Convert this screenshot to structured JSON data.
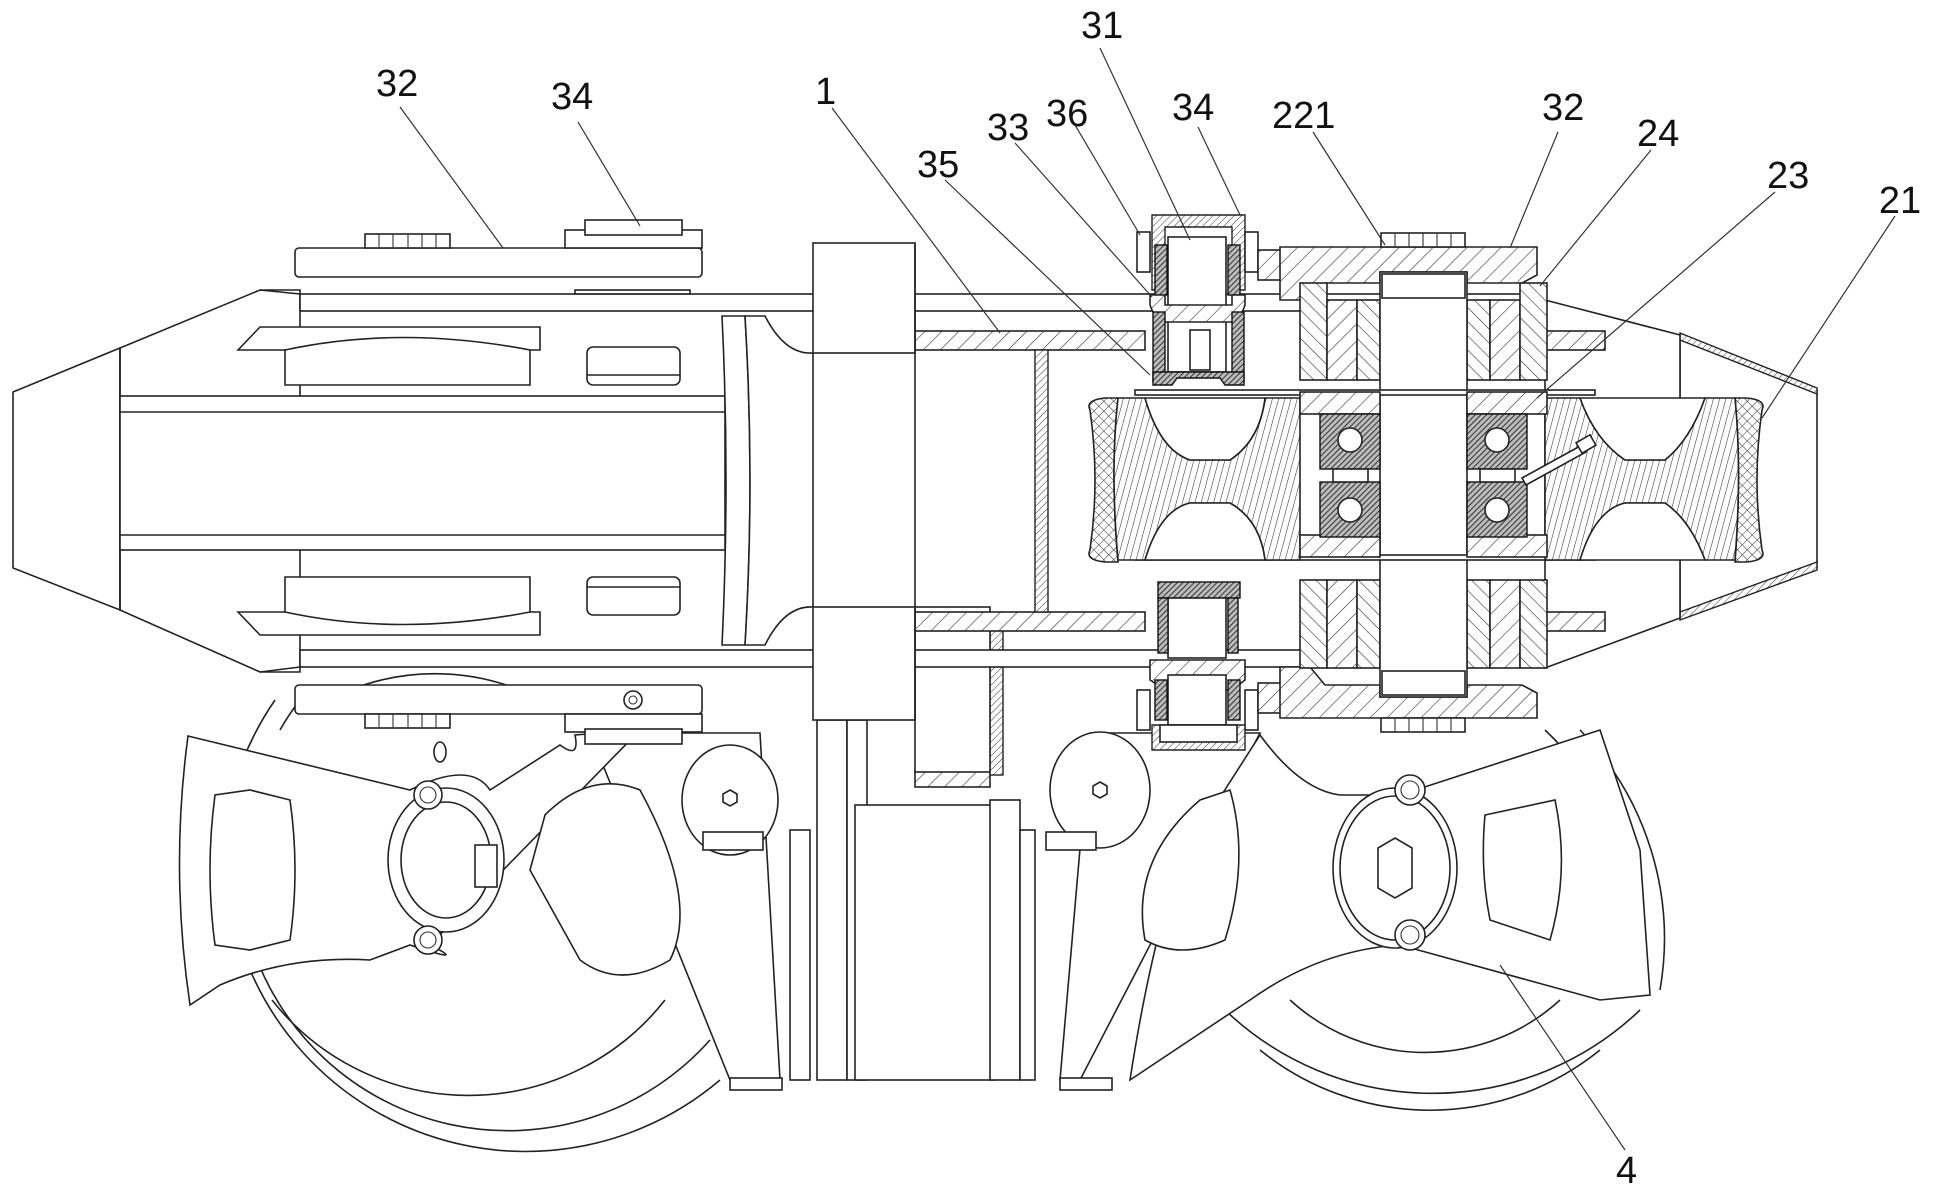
{
  "figure": {
    "type": "patent mechanical cross-section drawing",
    "background": "#ffffff",
    "line_color": "#222222"
  },
  "labels": [
    {
      "id": "label-32-left",
      "text": "32",
      "target": "top plate (left)"
    },
    {
      "id": "label-34-left",
      "text": "34",
      "target": "mount block (left)"
    },
    {
      "id": "label-1",
      "text": "1",
      "target": "frame rail"
    },
    {
      "id": "label-35",
      "text": "35",
      "target": "pin sleeve"
    },
    {
      "id": "label-33",
      "text": "33",
      "target": "bushing"
    },
    {
      "id": "label-36",
      "text": "36",
      "target": "fastener"
    },
    {
      "id": "label-31",
      "text": "31",
      "target": "pivot pin"
    },
    {
      "id": "label-34-right",
      "text": "34",
      "target": "cap"
    },
    {
      "id": "label-221",
      "text": "221",
      "target": "axle bolt"
    },
    {
      "id": "label-32-right",
      "text": "32",
      "target": "top plate (right)"
    },
    {
      "id": "label-24",
      "text": "24",
      "target": "bearing housing"
    },
    {
      "id": "label-23",
      "text": "23",
      "target": "grease fitting"
    },
    {
      "id": "label-21",
      "text": "21",
      "target": "guide wheel"
    },
    {
      "id": "label-4",
      "text": "4",
      "target": "lower wheel"
    }
  ]
}
